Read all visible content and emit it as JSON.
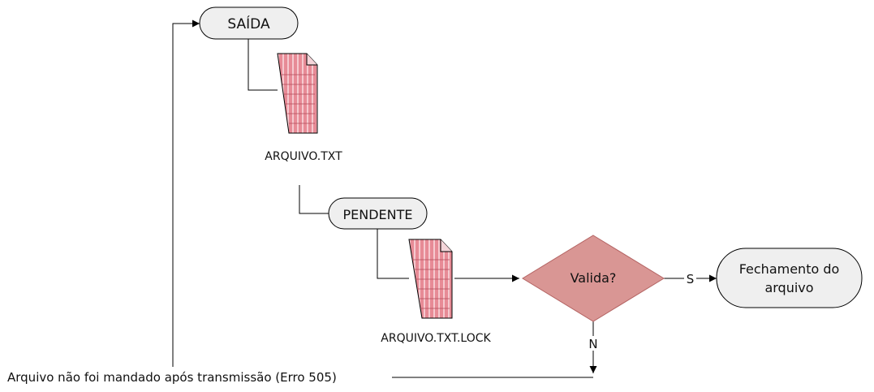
{
  "nodes": {
    "saida": {
      "label": "SAÍDA"
    },
    "arquivo_txt": {
      "label": "ARQUIVO.TXT"
    },
    "pendente": {
      "label": "PENDENTE"
    },
    "arquivo_txt_lock": {
      "label": "ARQUIVO.TXT.LOCK"
    },
    "decision": {
      "label": "Valida?"
    },
    "fechamento": {
      "line1": "Fechamento do",
      "line2": "arquivo"
    }
  },
  "edges": {
    "yes_label": "S",
    "no_label": "N",
    "error_label": "Arquivo não foi mandado após transmissão (Erro 505)"
  },
  "colors": {
    "terminal_fill": "#efefef",
    "decision_fill": "#d99694",
    "decision_stroke": "#b46463",
    "doc_fill": "#d96b7a",
    "line": "#000000"
  }
}
